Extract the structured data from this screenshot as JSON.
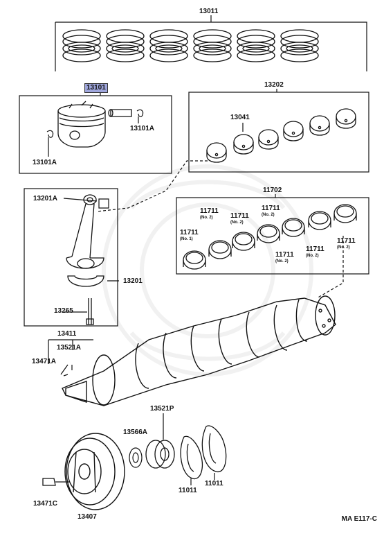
{
  "parts": {
    "piston_ring_set": "13011",
    "piston": "13101",
    "piston_pin_clip_right": "13101A",
    "piston_pin_clip_left": "13101A",
    "conn_rod_bearing_set": "13202",
    "conn_rod_bearing": "13041",
    "crank_bearing_set": "11702",
    "conn_rod_bushing": "13201A",
    "conn_rod": "13201",
    "conn_rod_bolt": "13265",
    "crankshaft": "13411",
    "key_upper": "13521A",
    "key_left": "13471A",
    "timing_gear": "13521P",
    "pulley_bolt_washer": "13566A",
    "thrust_washer_left": "11011",
    "thrust_washer_right": "11011",
    "pulley_bolt": "13471C",
    "crank_pulley": "13407"
  },
  "main_bearings": [
    {
      "part": "11711",
      "note": "(No. 1)"
    },
    {
      "part": "11711",
      "note": "(No. 2)"
    },
    {
      "part": "11711",
      "note": "(No. 2)"
    },
    {
      "part": "11711",
      "note": "(No. 2)"
    },
    {
      "part": "11711",
      "note": "(No. 2)"
    },
    {
      "part": "11711",
      "note": "(No. 2)"
    },
    {
      "part": "11711",
      "note": "(No. 2)"
    }
  ],
  "diagram_code": "MA  E117-C",
  "highlight_color": "#9fa6dc"
}
